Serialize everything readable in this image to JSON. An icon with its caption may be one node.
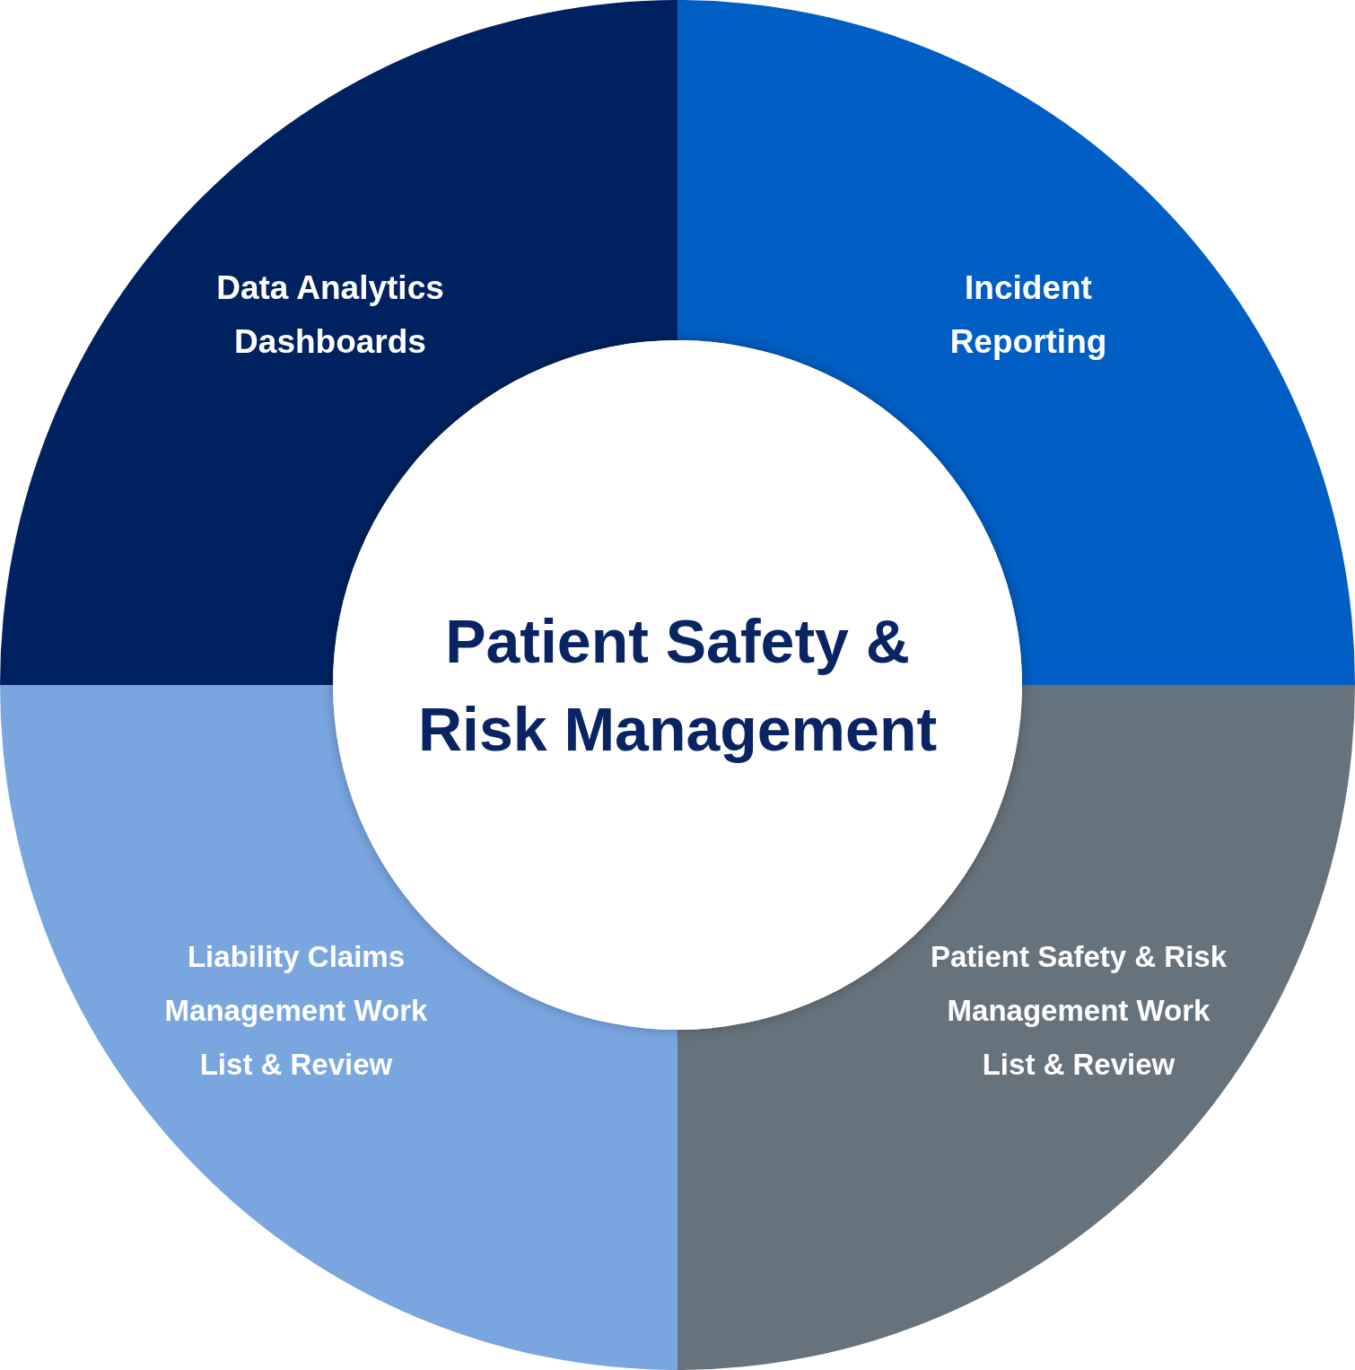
{
  "diagram": {
    "nodes": [
      {
        "text": [
          "Data Analytics Dashboards"
        ]
      },
      {
        "text": [
          "Incident Reporting"
        ]
      },
      {
        "text": [
          "Patient Safety & Risk Management"
        ]
      },
      {
        "text": [
          "Liability Claims Management Work List & Review"
        ]
      },
      {
        "text": [
          "Patient Safety & Risk Management Work List & Review"
        ]
      }
    ]
  }
}
